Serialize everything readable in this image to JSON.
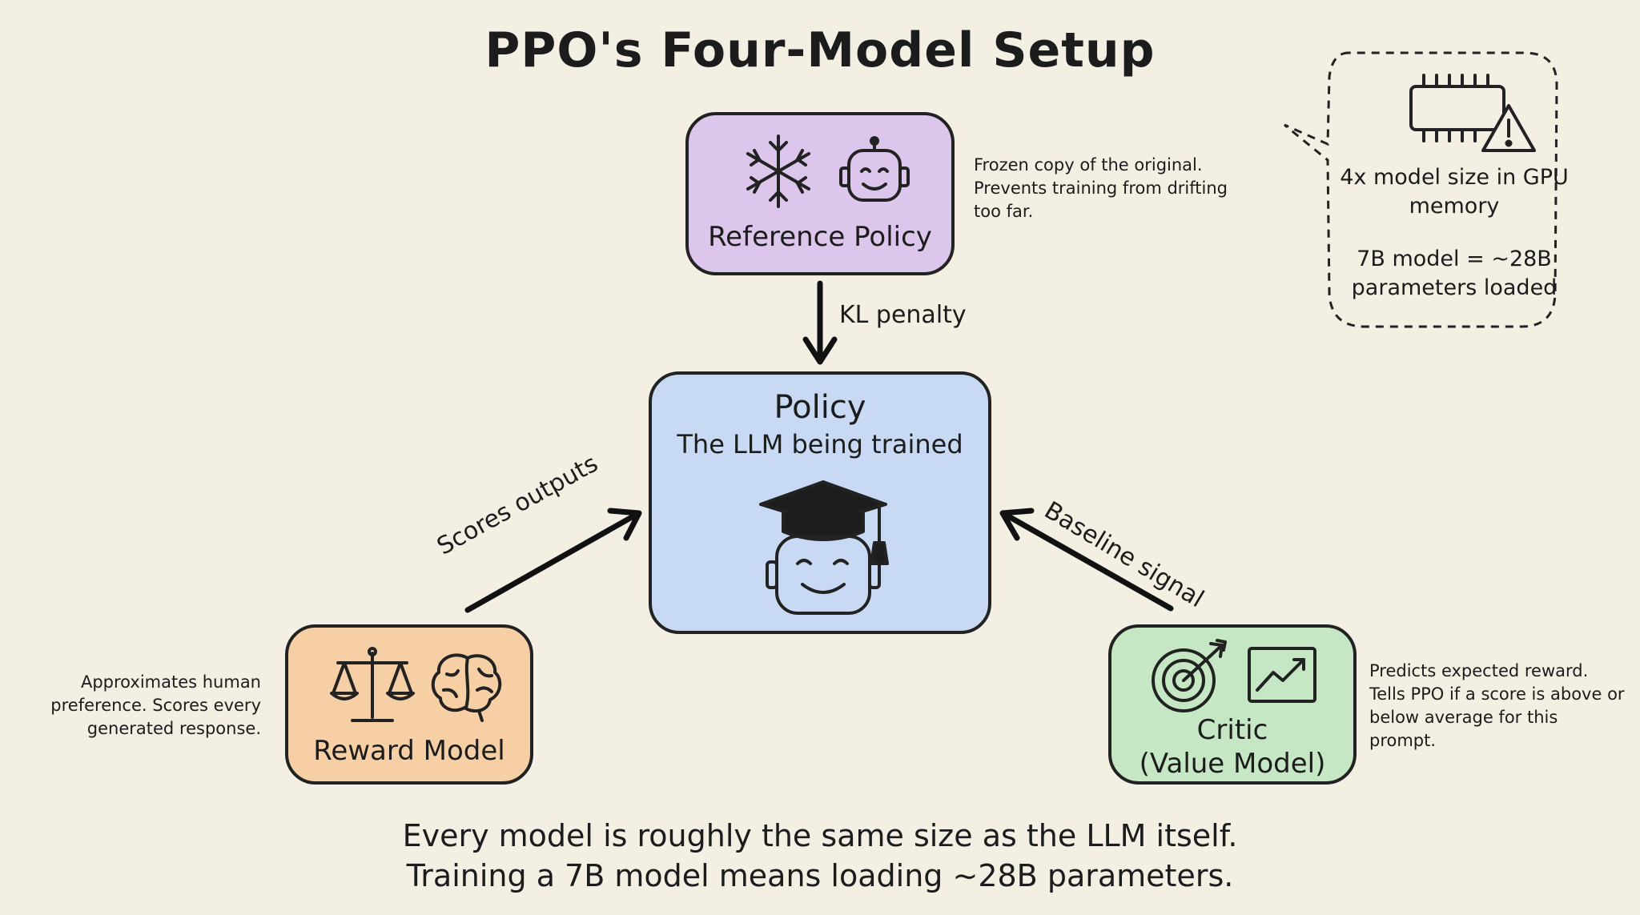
{
  "title": "PPO's Four-Model Setup",
  "reference": {
    "label": "Reference Policy",
    "note": "Frozen copy of the original. Prevents training from drifting too far.",
    "icons": [
      "snowflake-icon",
      "robot-icon"
    ]
  },
  "policy": {
    "label": "Policy",
    "sublabel": "The LLM being trained",
    "icons": [
      "graduation-cap-robot-icon"
    ]
  },
  "reward": {
    "label": "Reward Model",
    "note": "Approximates human preference. Scores every generated response.",
    "icons": [
      "scales-icon",
      "brain-icon"
    ]
  },
  "critic": {
    "label": "Critic",
    "sublabel": "(Value Model)",
    "note": "Predicts expected reward. Tells PPO if a score is above or below average for this prompt.",
    "icons": [
      "target-icon",
      "chart-icon"
    ]
  },
  "edges": {
    "kl": "KL penalty",
    "scores": "Scores outputs",
    "baseline": "Baseline signal"
  },
  "callout": {
    "line1": "4x model size in GPU memory",
    "line2": "7B model = ~28B parameters loaded",
    "icons": [
      "chip-icon",
      "warning-icon"
    ]
  },
  "footer": {
    "line1": "Every model is roughly the same size as the LLM itself.",
    "line2": "Training a 7B model means loading ~28B parameters."
  },
  "colors": {
    "reference": "#ddc6ec",
    "policy": "#c7d9f3",
    "reward": "#f6cfa5",
    "critic": "#c5e7c4",
    "background": "#f4efe3"
  }
}
